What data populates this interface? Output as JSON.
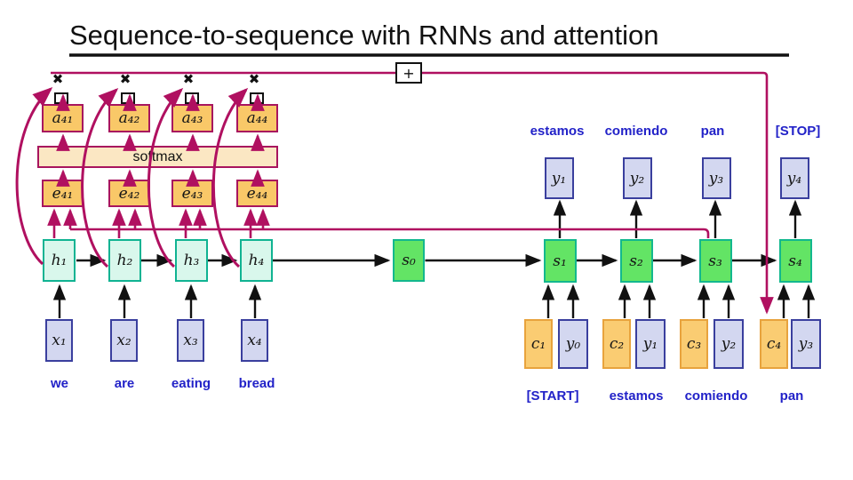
{
  "title": "Sequence-to-sequence with RNNs and attention",
  "operators": {
    "plus": "+",
    "times": "✖"
  },
  "softmax_label": "softmax",
  "colors": {
    "accent_crimson": "#B01060",
    "encoder_border_teal": "#10B392",
    "encoder_fill_mint": "#D9F7EC",
    "state_fill_green": "#63E465",
    "attention_fill_orange": "#F9C868",
    "softmax_fill_tan": "#FBE7C3",
    "embedding_fill_lavender": "#D3D7F0",
    "embedding_border_blue": "#3A3F9E",
    "context_border_orange": "#E8A33D",
    "word_label_blue": "#2222C8",
    "line_black": "#111111"
  },
  "encoder": {
    "attention_weights": [
      "a₄₁",
      "a₄₂",
      "a₄₃",
      "a₄₄"
    ],
    "alignment_scores": [
      "e₄₁",
      "e₄₂",
      "e₄₃",
      "e₄₄"
    ],
    "hidden_states": [
      "h₁",
      "h₂",
      "h₃",
      "h₄"
    ],
    "inputs": [
      "x₁",
      "x₂",
      "x₃",
      "x₄"
    ],
    "words": [
      "we",
      "are",
      "eating",
      "bread"
    ]
  },
  "decoder": {
    "initial_state": "s₀",
    "states": [
      "s₁",
      "s₂",
      "s₃",
      "s₄"
    ],
    "outputs": [
      "y₁",
      "y₂",
      "y₃",
      "y₄"
    ],
    "output_words": [
      "estamos",
      "comiendo",
      "pan",
      "[STOP]"
    ],
    "context_vectors": [
      "c₁",
      "c₂",
      "c₃",
      "c₄"
    ],
    "prev_outputs": [
      "y₀",
      "y₁",
      "y₂",
      "y₃"
    ],
    "input_words": [
      "[START]",
      "estamos",
      "comiendo",
      "pan"
    ]
  }
}
